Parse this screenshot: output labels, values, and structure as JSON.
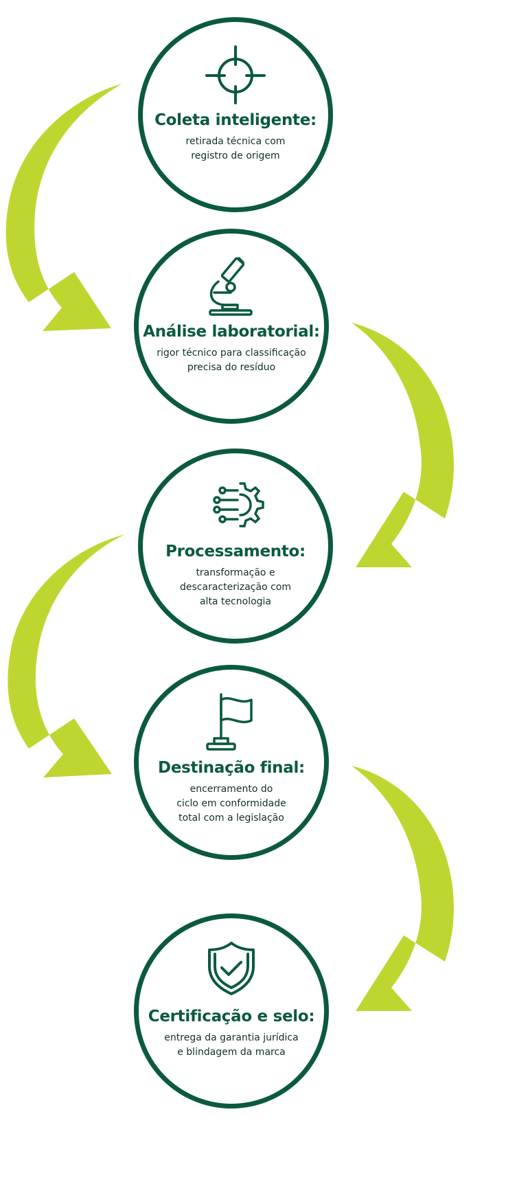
{
  "colors": {
    "circle_border": "#0b5a3e",
    "arrow": "#bfd630",
    "text_dark": "#12302a"
  },
  "steps": [
    {
      "icon": "crosshair-icon",
      "title": "Coleta inteligente:",
      "desc": "retirada técnica com\nregistro de origem"
    },
    {
      "icon": "microscope-icon",
      "title": "Análise laboratorial:",
      "desc": "rigor técnico para classificação\nprecisa do resíduo"
    },
    {
      "icon": "gear-circuit-icon",
      "title": "Processamento:",
      "desc": "transformação e\ndescaracterização com\nalta tecnologia"
    },
    {
      "icon": "flag-icon",
      "title": "Destinação final:",
      "desc": "encerramento do\nciclo em conformidade\ntotal com a legislação"
    },
    {
      "icon": "shield-check-icon",
      "title": "Certificação e selo:",
      "desc": "entrega da garantia jurídica\ne blindagem da marca"
    }
  ]
}
